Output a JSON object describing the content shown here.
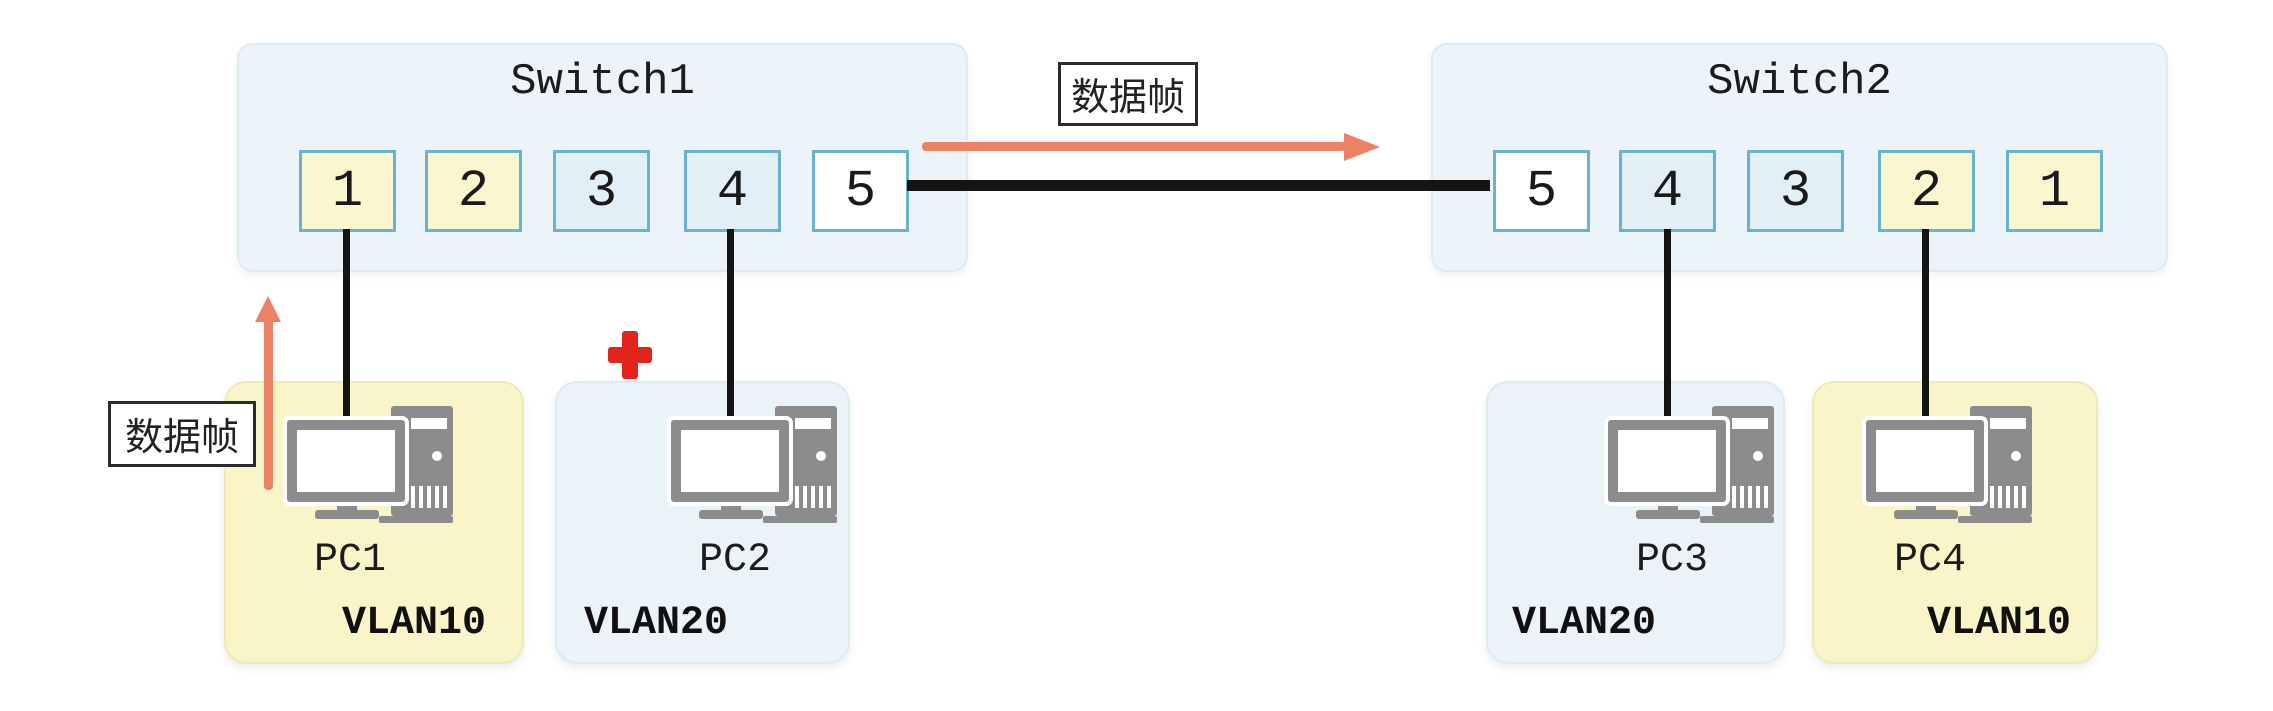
{
  "switch1": {
    "title": "Switch1",
    "ports": [
      "1",
      "2",
      "3",
      "4",
      "5"
    ]
  },
  "switch2": {
    "title": "Switch2",
    "ports": [
      "5",
      "4",
      "3",
      "2",
      "1"
    ]
  },
  "pcs": [
    {
      "name": "PC1",
      "vlan": "VLAN10"
    },
    {
      "name": "PC2",
      "vlan": "VLAN20"
    },
    {
      "name": "PC3",
      "vlan": "VLAN20"
    },
    {
      "name": "PC4",
      "vlan": "VLAN10"
    }
  ],
  "annotations": {
    "frame_label_top": "数据帧",
    "frame_label_left": "数据帧",
    "blocked_marker": "red-cross"
  },
  "colors": {
    "vlan10_port_fill": "#faf6d0",
    "vlan20_port_fill": "#e2eff7",
    "trunk_port_fill": "#ffffff",
    "port_border": "#6ab3cf",
    "switch_fill": "#edf4f9",
    "pc_zone_yellow": "#faf4c9",
    "pc_zone_blue": "#e9f3f8",
    "cable": "#141414",
    "frame_arrow": "#ec8166",
    "blocked_cross": "#e2241a",
    "pc_icon_gray": "#8c8c8c"
  }
}
